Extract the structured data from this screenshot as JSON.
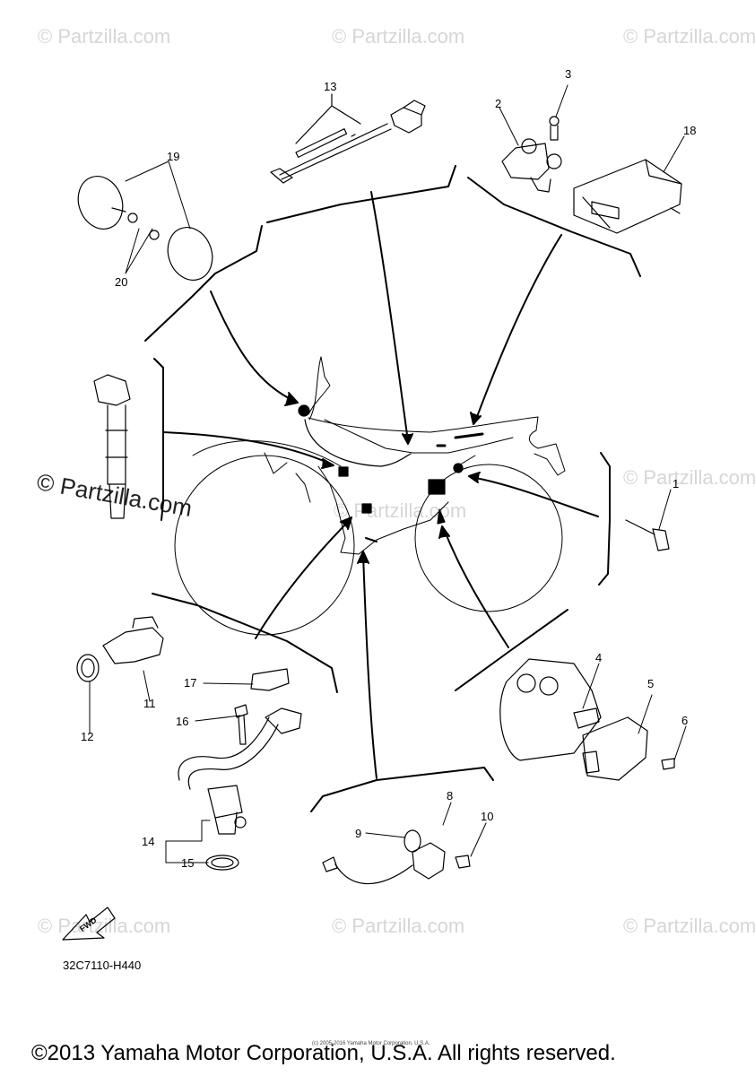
{
  "watermark": {
    "text": "© Partzilla.com",
    "large_text": "© Partzilla.com"
  },
  "callouts": {
    "c1": "1",
    "c2": "2",
    "c3": "3",
    "c4": "4",
    "c5": "5",
    "c6": "6",
    "c8": "8",
    "c9": "9",
    "c10": "10",
    "c11": "11",
    "c12": "12",
    "c13": "13",
    "c14": "14",
    "c15": "15",
    "c16": "16",
    "c17": "17",
    "c18": "18",
    "c19": "19",
    "c20": "20"
  },
  "fwd_label": "FWD",
  "part_code": "32C7110-H440",
  "small_credit": "(c) 2005-2016 Yamaha Motor Corporation, U.S.A.",
  "copyright": "©2013 Yamaha Motor Corporation, U.S.A. All rights reserved.",
  "colors": {
    "line": "#000000",
    "watermark": "#d6d6d6"
  }
}
